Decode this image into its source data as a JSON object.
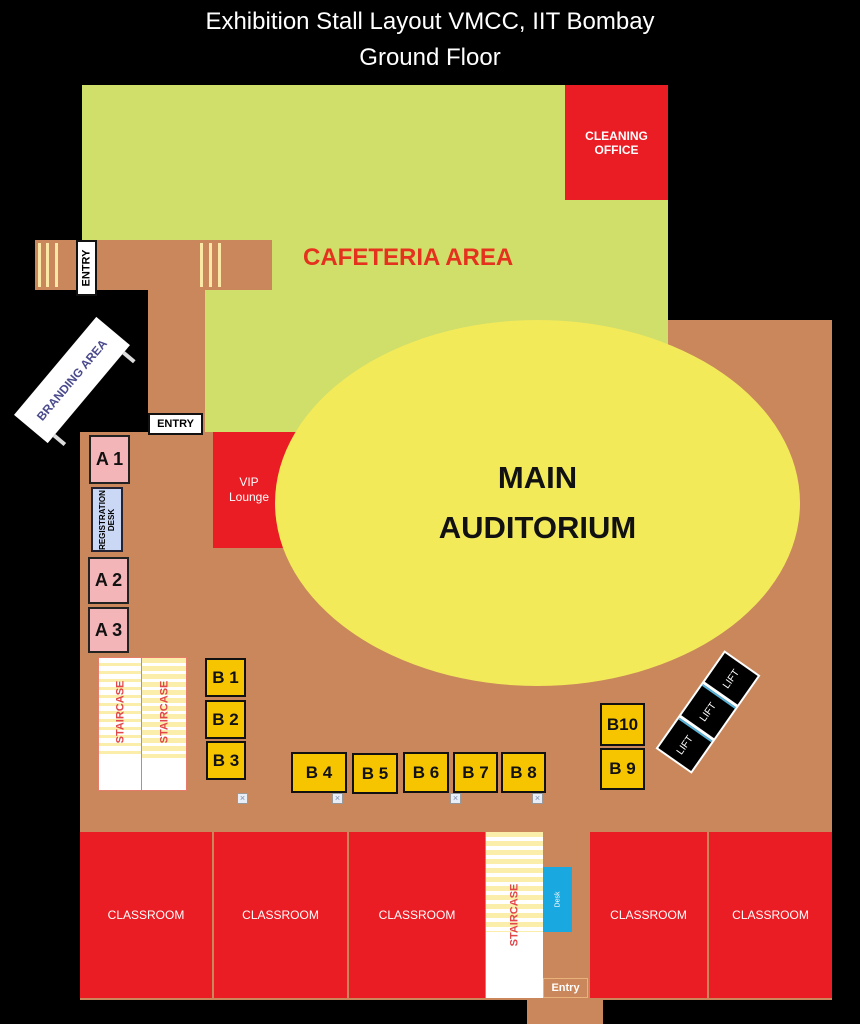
{
  "title": {
    "line1": "Exhibition Stall Layout VMCC, IIT Bombay",
    "line2": "Ground Floor"
  },
  "areas": {
    "cafeteria": "CAFETERIA AREA",
    "cleaning_office": "CLEANING OFFICE",
    "vip_lounge": "VIP Lounge",
    "auditorium_line1": "MAIN",
    "auditorium_line2": "AUDITORIUM",
    "branding": "BRANDING AREA",
    "registration": "REGISTRATION DESK",
    "staircase": "STAIRCASE",
    "desk": "Desk",
    "bottom_entry": "Entry",
    "entry": "ENTRY",
    "lift": "LIFT",
    "classroom": "CLASSROOM"
  },
  "stalls_a": [
    "A 1",
    "A 2",
    "A 3"
  ],
  "stalls_b": [
    "B 1",
    "B 2",
    "B 3",
    "B 4",
    "B 5",
    "B 6",
    "B 7",
    "B 8",
    "B 9",
    "B10"
  ],
  "colors": {
    "green": "#d0de6a",
    "brown": "#c9875b",
    "red": "#ea1c24",
    "auditorium": "#f3ea5a",
    "stall": "#f7c500",
    "a_stall": "#f4b5b9"
  }
}
